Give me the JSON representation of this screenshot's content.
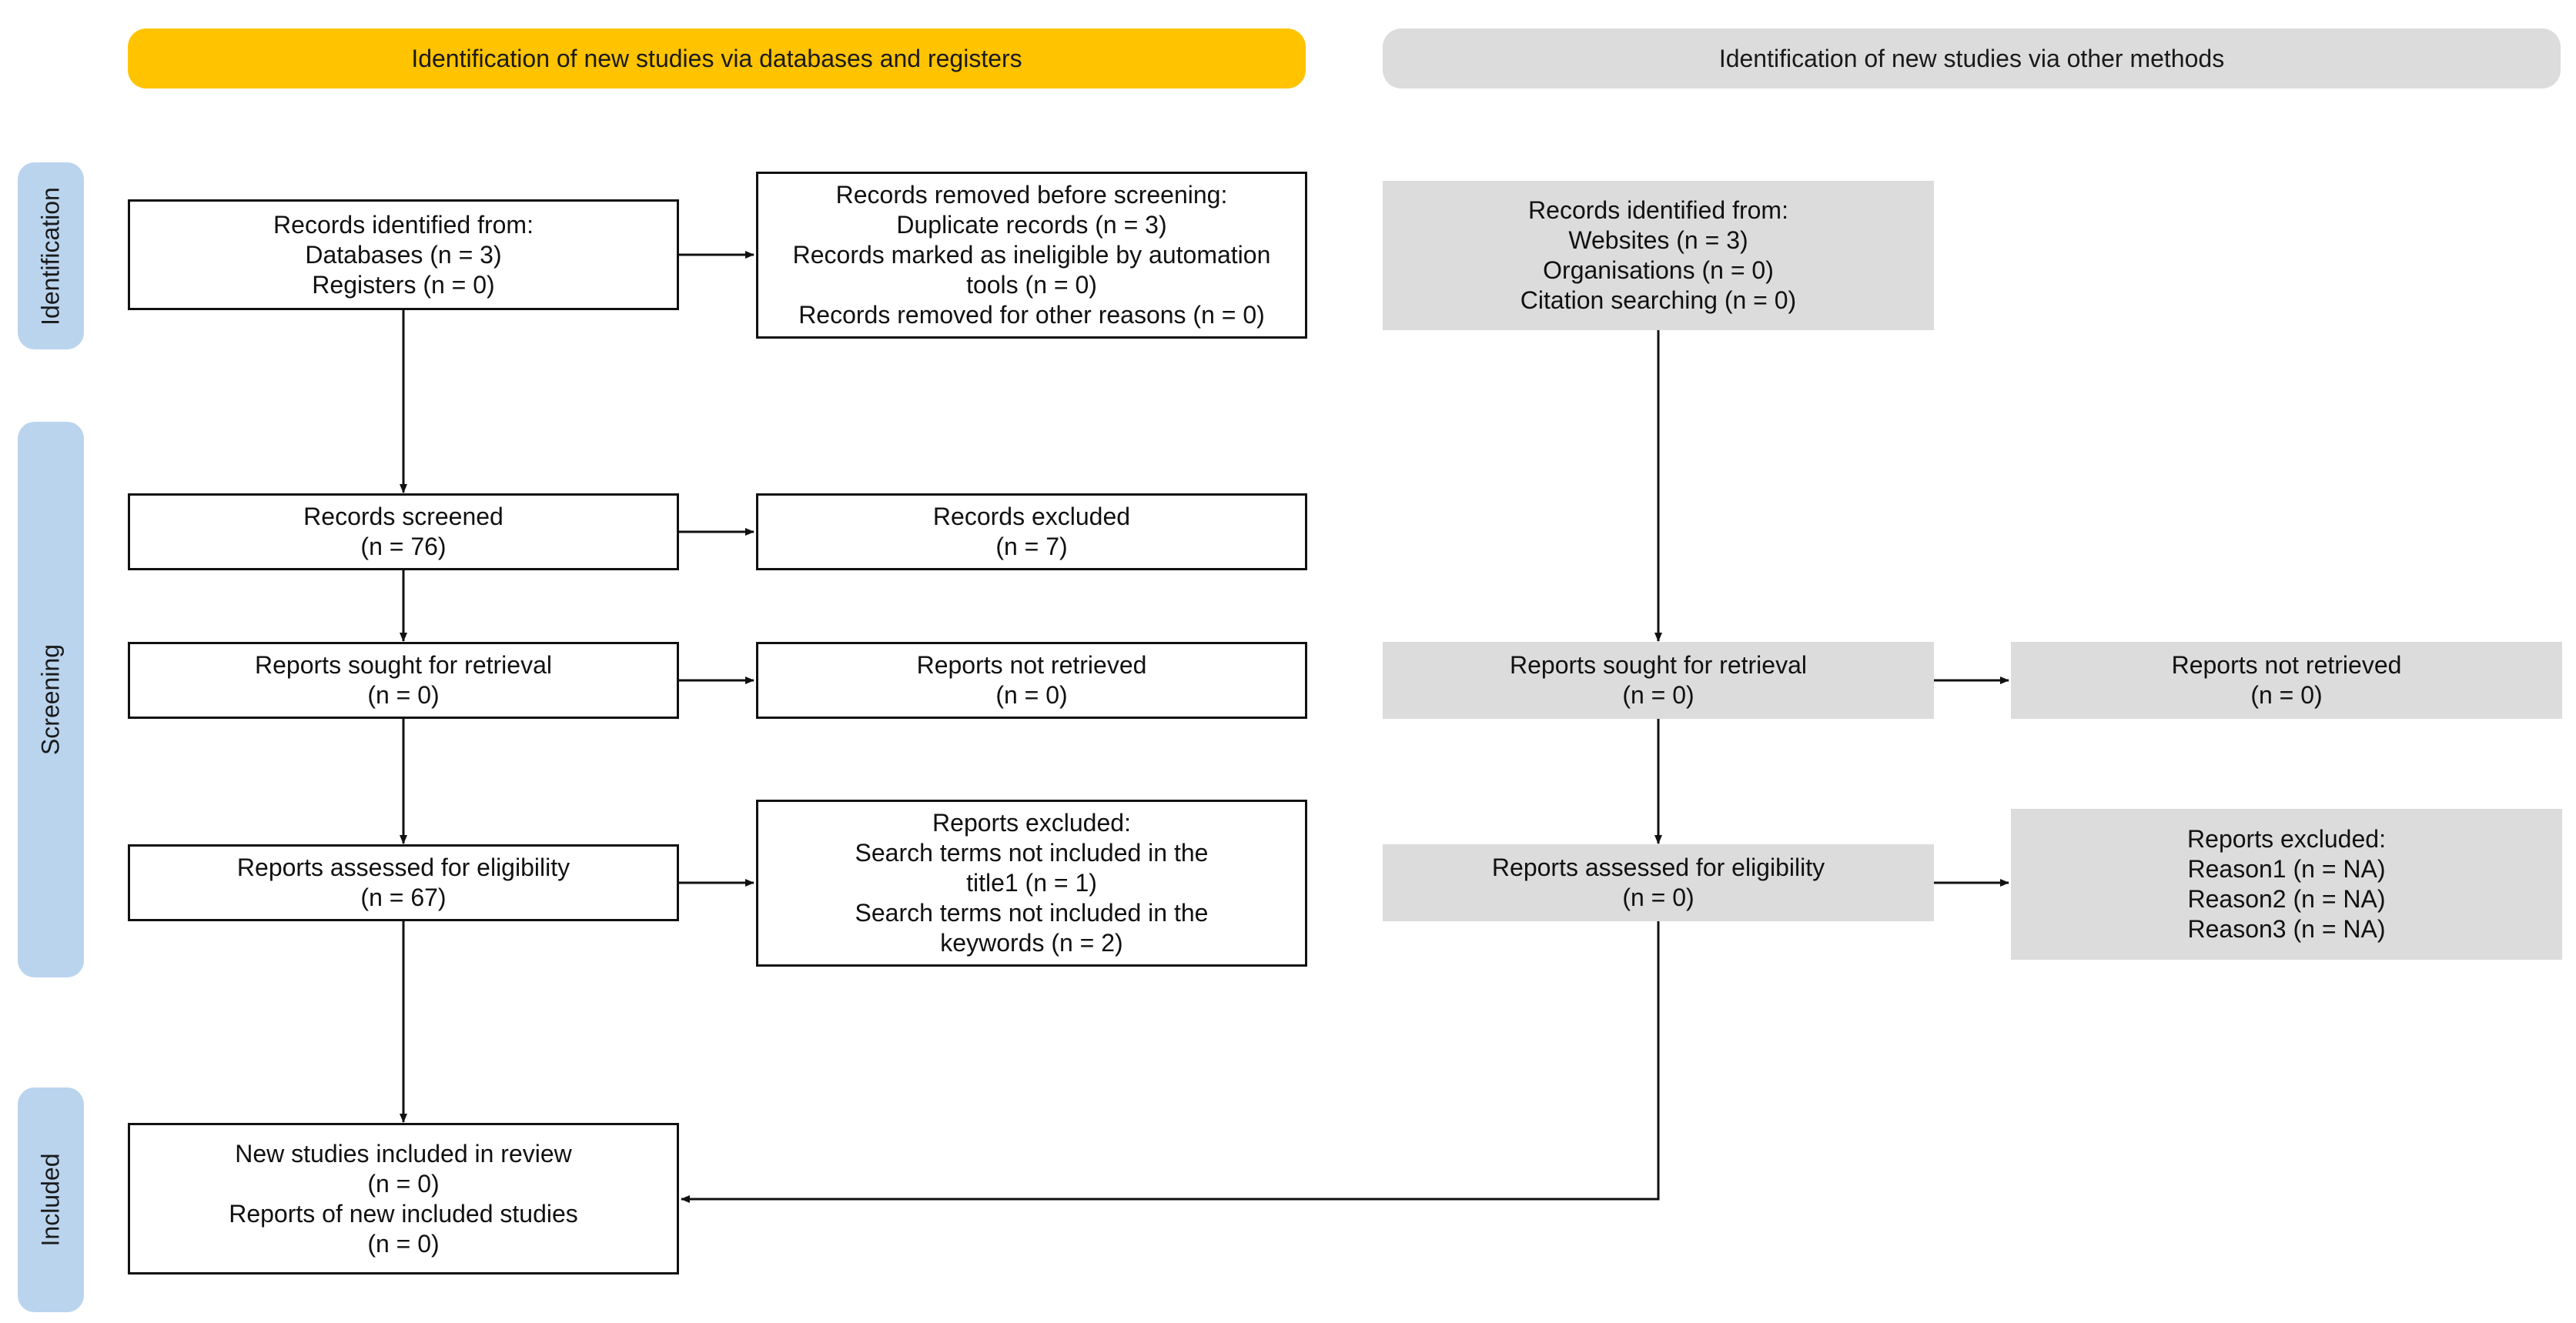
{
  "headers": {
    "databases": "Identification of new studies via databases and registers",
    "other": "Identification of new studies via other methods"
  },
  "colors": {
    "databases_header": "#ffc300",
    "other_header": "#dcdcdc",
    "phase": "#bad4ee",
    "grey_box": "#dcdcdc"
  },
  "phases": {
    "identification": "Identification",
    "screening": "Screening",
    "included": "Included"
  },
  "db": {
    "identified": {
      "lines": [
        "Records identified from:",
        "Databases (n = 3)",
        "Registers (n = 0)"
      ]
    },
    "removed": {
      "lines": [
        "Records removed before screening:",
        "Duplicate records (n = 3)",
        "Records marked as ineligible by automation",
        "tools (n = 0)",
        "Records removed for other reasons (n = 0)"
      ]
    },
    "screened": {
      "lines": [
        "Records screened",
        "(n = 76)"
      ]
    },
    "excluded": {
      "lines": [
        "Records excluded",
        "(n = 7)"
      ]
    },
    "sought": {
      "lines": [
        "Reports sought for retrieval",
        "(n = 0)"
      ]
    },
    "not_retrieved": {
      "lines": [
        "Reports not retrieved",
        "(n = 0)"
      ]
    },
    "assessed": {
      "lines": [
        "Reports assessed for eligibility",
        "(n = 67)"
      ]
    },
    "reports_excluded": {
      "lines": [
        "Reports excluded:",
        "Search terms not included in the",
        "title1 (n = 1)",
        "Search terms not included in the",
        "keywords (n = 2)"
      ]
    },
    "included": {
      "lines": [
        "New studies included in review",
        "(n = 0)",
        "Reports of new included studies",
        "(n = 0)"
      ]
    }
  },
  "other": {
    "identified": {
      "lines": [
        "Records identified from:",
        "Websites (n = 3)",
        "Organisations (n = 0)",
        "Citation searching (n = 0)"
      ]
    },
    "sought": {
      "lines": [
        "Reports sought for retrieval",
        "(n = 0)"
      ]
    },
    "not_retrieved": {
      "lines": [
        "Reports not retrieved",
        "(n = 0)"
      ]
    },
    "assessed": {
      "lines": [
        "Reports assessed for eligibility",
        "(n = 0)"
      ]
    },
    "reports_excluded": {
      "lines": [
        "Reports excluded:",
        "Reason1 (n = NA)",
        "Reason2 (n = NA)",
        "Reason3 (n = NA)"
      ]
    }
  }
}
